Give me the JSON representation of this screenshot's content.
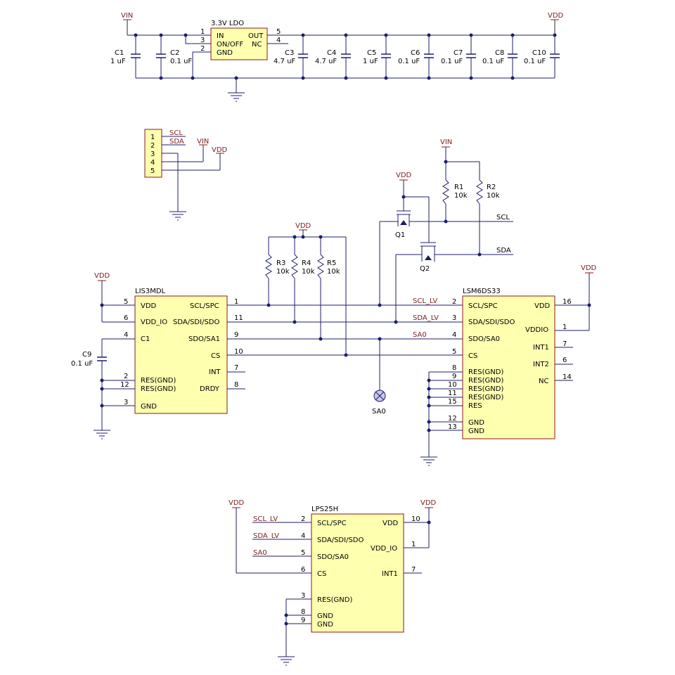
{
  "nets": {
    "vin": "VIN",
    "vdd": "VDD",
    "scl": "SCL",
    "sda": "SDA",
    "scl_lv": "SCL_LV",
    "sda_lv": "SDA_LV",
    "sa0": "SA0"
  },
  "ldo": {
    "name": "3.3V LDO",
    "pins": [
      "IN",
      "ON/OFF",
      "GND",
      "OUT",
      "NC"
    ],
    "pin_numbers": [
      "1",
      "3",
      "2",
      "5",
      "4"
    ]
  },
  "capacitors": [
    {
      "ref": "C1",
      "value": "1 uF"
    },
    {
      "ref": "C2",
      "value": "0.1 uF"
    },
    {
      "ref": "C3",
      "value": "4.7 uF"
    },
    {
      "ref": "C4",
      "value": "4.7 uF"
    },
    {
      "ref": "C5",
      "value": "1 uF"
    },
    {
      "ref": "C6",
      "value": "0.1 uF"
    },
    {
      "ref": "C7",
      "value": "0.1 uF"
    },
    {
      "ref": "C8",
      "value": "0.1 uF"
    },
    {
      "ref": "C10",
      "value": "0.1 uF"
    },
    {
      "ref": "C9",
      "value": "0.1 uF"
    }
  ],
  "header": {
    "pins": [
      "1",
      "2",
      "3",
      "4",
      "5"
    ]
  },
  "resistors": [
    {
      "ref": "R1",
      "value": "10k"
    },
    {
      "ref": "R2",
      "value": "10k"
    },
    {
      "ref": "R3",
      "value": "10k"
    },
    {
      "ref": "R4",
      "value": "10k"
    },
    {
      "ref": "R5",
      "value": "10k"
    }
  ],
  "transistors": [
    "Q1",
    "Q2"
  ],
  "lis3mdl": {
    "name": "LIS3MDL",
    "left_pins": [
      "VDD",
      "VDD_IO",
      "C1",
      "RES(GND)",
      "RES(GND)",
      "GND"
    ],
    "left_nums": [
      "5",
      "6",
      "4",
      "2",
      "12",
      "3"
    ],
    "right_pins": [
      "SCL/SPC",
      "SDA/SDI/SDO",
      "SDO/SA1",
      "CS",
      "INT",
      "DRDY"
    ],
    "right_nums": [
      "1",
      "11",
      "9",
      "10",
      "7",
      "8"
    ]
  },
  "lsm6ds33": {
    "name": "LSM6DS33",
    "left_pins": [
      "SCL/SPC",
      "SDA/SDI/SDO",
      "SDO/SA0",
      "CS",
      "RES(GND)",
      "RES(GND)",
      "RES(GND)",
      "RES(GND)",
      "RES",
      "GND",
      "GND"
    ],
    "left_nums": [
      "2",
      "3",
      "4",
      "5",
      "8",
      "9",
      "10",
      "11",
      "15",
      "12",
      "13"
    ],
    "right_pins": [
      "VDD",
      "VDDIO",
      "INT1",
      "INT2",
      "NC"
    ],
    "right_nums": [
      "16",
      "1",
      "7",
      "6",
      "14"
    ]
  },
  "lps25h": {
    "name": "LPS25H",
    "left_pins": [
      "SCL/SPC",
      "SDA/SDI/SDO",
      "SDO/SA0",
      "CS",
      "RES(GND)",
      "GND",
      "GND"
    ],
    "left_nums": [
      "2",
      "4",
      "5",
      "6",
      "3",
      "8",
      "9"
    ],
    "right_pins": [
      "VDD",
      "VDD_IO",
      "INT1"
    ],
    "right_nums": [
      "10",
      "1",
      "7"
    ]
  },
  "test_point": "SA0"
}
